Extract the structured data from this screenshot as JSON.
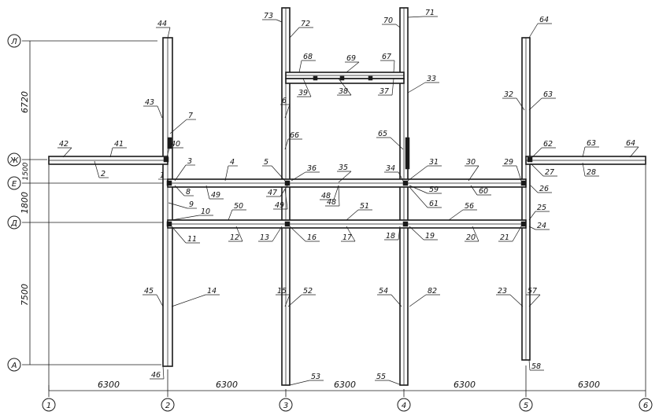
{
  "axes": {
    "columns": [
      "1",
      "2",
      "3",
      "4",
      "5",
      "6"
    ],
    "rows": [
      "Л",
      "Ж",
      "Е",
      "Д",
      "А"
    ]
  },
  "dimensions": {
    "horizontal": [
      "6300",
      "6300",
      "6300",
      "6300",
      "6300"
    ],
    "vertical": [
      "6720",
      "1500",
      "1800",
      "7500"
    ]
  },
  "element_marks": [
    "1",
    "2",
    "3",
    "4",
    "5",
    "6",
    "7",
    "8",
    "9",
    "10",
    "11",
    "12",
    "13",
    "14",
    "15",
    "16",
    "17",
    "18",
    "19",
    "20",
    "21",
    "23",
    "24",
    "25",
    "26",
    "27",
    "28",
    "29",
    "30",
    "31",
    "32",
    "33",
    "34",
    "35",
    "36",
    "37",
    "38",
    "39",
    "40",
    "41",
    "42",
    "43",
    "44",
    "45",
    "46",
    "47",
    "48",
    "49",
    "50",
    "51",
    "52",
    "53",
    "54",
    "55",
    "56",
    "57",
    "58",
    "59",
    "60",
    "61",
    "62",
    "63",
    "63",
    "64",
    "64",
    "65",
    "66",
    "67",
    "68",
    "69",
    "70",
    "71",
    "72",
    "73",
    "82",
    "48",
    "49"
  ]
}
